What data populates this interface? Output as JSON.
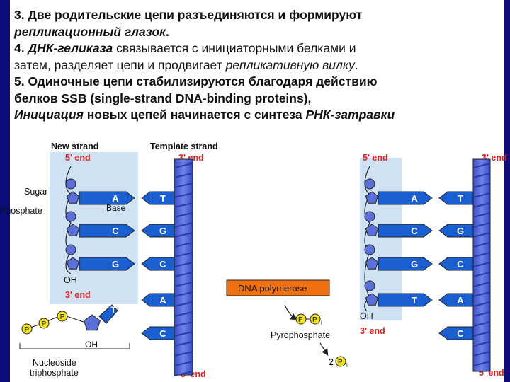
{
  "colors": {
    "frame": "#0d0d7a",
    "backbone": "#5b6fd8",
    "backbone_light": "#7fb0e3",
    "base": "#1a5fd0",
    "polymerase_box": "#f07010",
    "phosphate": "#f2e21a",
    "label_red": "#e02020"
  },
  "text": {
    "l1": "3. Две родительские цепи разъединяются  и формируют",
    "l2": "репликационный глазок",
    "l2_end": ".",
    "l3_a": "4. ",
    "l3_b": "ДНК-геликаза",
    "l3_c": " связывается с инициаторными белками и",
    "l4_a": "затем, разделяет цепи и продвигает ",
    "l4_b": "репликативную вилку",
    "l4_c": ".",
    "l5": "5. Одиночные цепи стабилизируются благодаря действию",
    "l6": "белков SSB (single-strand DNA-binding proteins),",
    "l7_a": " Инициация",
    "l7_b": "  новых цепей начинается с синтеза ",
    "l7_c": "РНК-затравки"
  },
  "diagram": {
    "new_strand": "New strand",
    "template_strand": "Template strand",
    "five_end": "5' end",
    "three_end": "3' end",
    "sugar": "Sugar",
    "phosphate": "Phosphate",
    "base": "Base",
    "oh": "OH",
    "nucleoside_triphosphate": [
      "Nucleoside",
      "triphosphate"
    ],
    "dna_polymerase": "DNA polymerase",
    "pyrophosphate": "Pyrophosphate",
    "two": "2",
    "p": "P",
    "i": "i",
    "bases_left": [
      "A",
      "C",
      "G"
    ],
    "templ_left": [
      "T",
      "G",
      "C",
      "A",
      "C"
    ],
    "incoming": "T",
    "bases_right": [
      "A",
      "C",
      "G",
      "T"
    ],
    "templ_right": [
      "T",
      "G",
      "C",
      "A",
      "C"
    ]
  }
}
